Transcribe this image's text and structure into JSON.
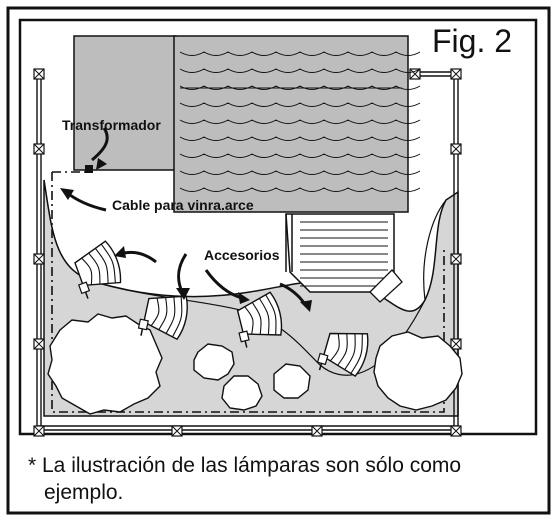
{
  "figure": {
    "label": "Fig. 2",
    "callouts": {
      "transformer": "Transformador",
      "cable": "Cable para vinra.arce",
      "accessories": "Accesorios"
    }
  },
  "note": {
    "line1": "* La ilustración de las lámparas son sólo como",
    "line2": "ejemplo."
  },
  "colors": {
    "ink": "#111111",
    "lawn": "#d6d6d6",
    "house": "#bdbdbd",
    "paper": "#ffffff"
  }
}
